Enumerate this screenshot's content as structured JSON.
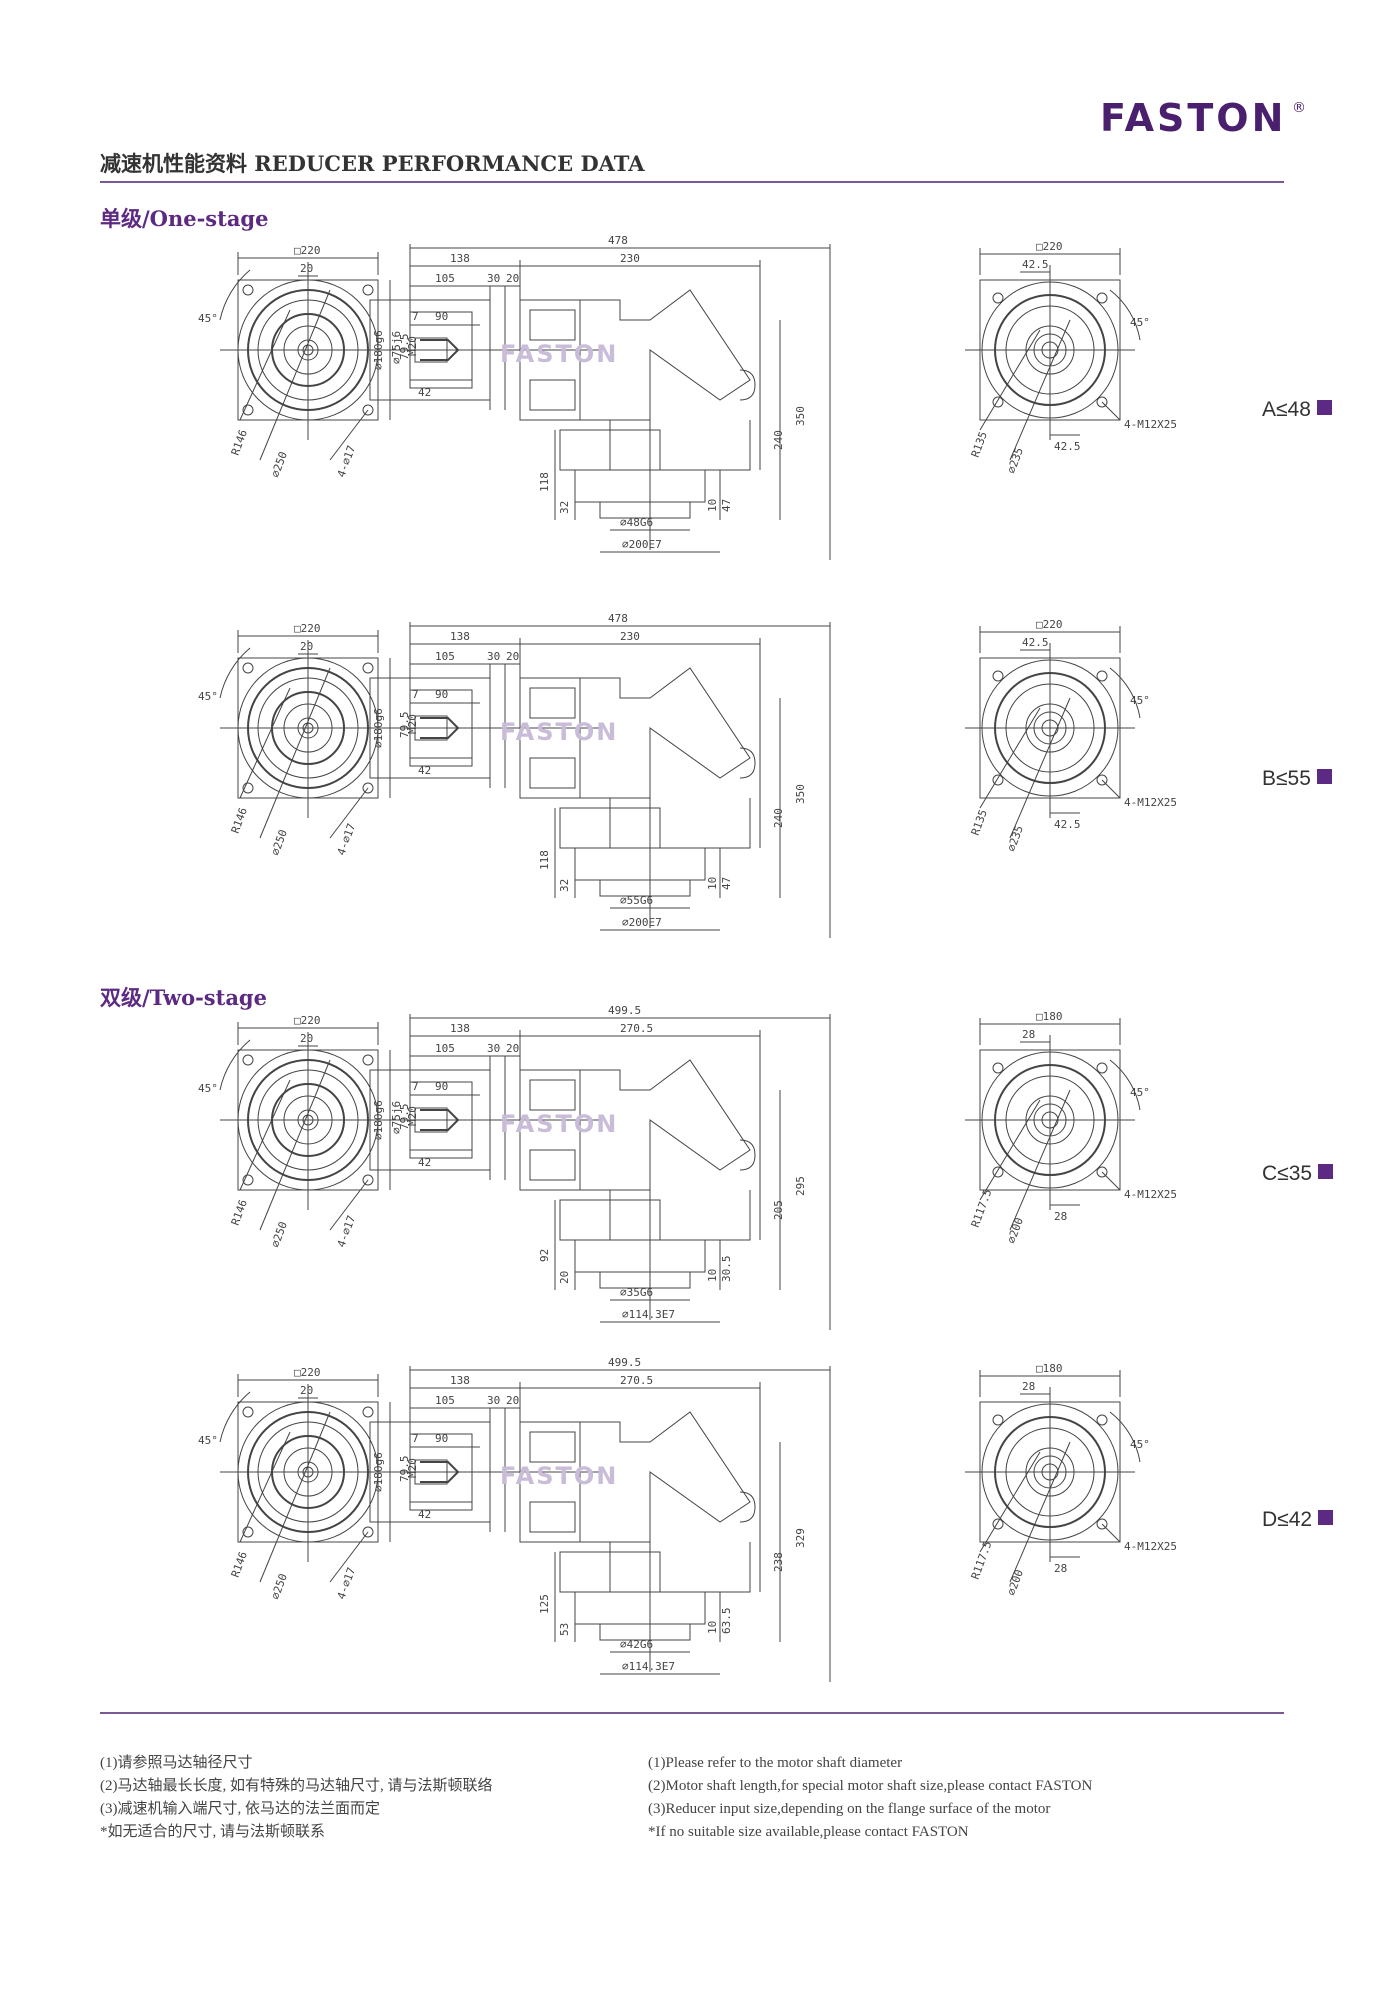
{
  "brand": {
    "name": "FASTON",
    "reg": "®"
  },
  "page_title": "减速机性能资料 REDUCER PERFORMANCE DATA",
  "sections": [
    {
      "title": "单级/One-stage"
    },
    {
      "title": "双级/Two-stage"
    }
  ],
  "drawings": [
    {
      "label": "A≤48",
      "front": {
        "square": "□220",
        "center": "20",
        "angle": "45°",
        "height": "79.5",
        "r": "R146",
        "dia": "⌀250",
        "holes": "4-⌀17"
      },
      "side": {
        "total": "478",
        "d1": "138",
        "d2": "230",
        "d3": "105",
        "d4": "30",
        "d5": "20",
        "d6": "7",
        "d7": "90",
        "shaft": "M20",
        "d8": "42",
        "bore1": "⌀180g6",
        "bore2": "⌀75j6",
        "h1": "350",
        "h2": "240",
        "h3": "118",
        "h4": "32",
        "h5": "10",
        "h6": "47",
        "out1": "⌀48G6",
        "out2": "⌀200E7"
      },
      "rear": {
        "square": "□220",
        "w1": "42.5",
        "angle": "45°",
        "r": "R135",
        "dia": "⌀235",
        "w2": "42.5",
        "holes": "4-M12X25"
      }
    },
    {
      "label": "B≤55",
      "front": {
        "square": "□220",
        "center": "20",
        "angle": "45°",
        "height": "79.5",
        "r": "R146",
        "dia": "⌀250",
        "holes": "4-⌀17"
      },
      "side": {
        "total": "478",
        "d1": "138",
        "d2": "230",
        "d3": "105",
        "d4": "30",
        "d5": "20",
        "d6": "7",
        "d7": "90",
        "shaft": "M20",
        "d8": "42",
        "bore1": "⌀180g6",
        "bore2": "",
        "h1": "350",
        "h2": "240",
        "h3": "118",
        "h4": "32",
        "h5": "10",
        "h6": "47",
        "out1": "⌀55G6",
        "out2": "⌀200E7"
      },
      "rear": {
        "square": "□220",
        "w1": "42.5",
        "angle": "45°",
        "r": "R135",
        "dia": "⌀235",
        "w2": "42.5",
        "holes": "4-M12X25"
      }
    },
    {
      "label": "C≤35",
      "front": {
        "square": "□220",
        "center": "20",
        "angle": "45°",
        "height": "79.5",
        "r": "R146",
        "dia": "⌀250",
        "holes": "4-⌀17"
      },
      "side": {
        "total": "499.5",
        "d1": "138",
        "d2": "270.5",
        "d3": "105",
        "d4": "30",
        "d5": "20",
        "d6": "7",
        "d7": "90",
        "shaft": "M20",
        "d8": "42",
        "bore1": "⌀180g6",
        "bore2": "⌀75j6",
        "h1": "295",
        "h2": "205",
        "h3": "92",
        "h4": "20",
        "h5": "10",
        "h6": "30.5",
        "out1": "⌀35G6",
        "out2": "⌀114.3E7"
      },
      "rear": {
        "square": "□180",
        "w1": "28",
        "angle": "45°",
        "r": "R117.5",
        "dia": "⌀200",
        "w2": "28",
        "holes": "4-M12X25"
      }
    },
    {
      "label": "D≤42",
      "front": {
        "square": "□220",
        "center": "20",
        "angle": "45°",
        "height": "79.5",
        "r": "R146",
        "dia": "⌀250",
        "holes": "4-⌀17"
      },
      "side": {
        "total": "499.5",
        "d1": "138",
        "d2": "270.5",
        "d3": "105",
        "d4": "30",
        "d5": "20",
        "d6": "7",
        "d7": "90",
        "shaft": "M20",
        "d8": "42",
        "bore1": "⌀180g6",
        "bore2": "",
        "h1": "329",
        "h2": "238",
        "h3": "125",
        "h4": "53",
        "h5": "10",
        "h6": "63.5",
        "out1": "⌀42G6",
        "out2": "⌀114.3E7"
      },
      "rear": {
        "square": "□180",
        "w1": "28",
        "angle": "45°",
        "r": "R117.5",
        "dia": "⌀200",
        "w2": "28",
        "holes": "4-M12X25"
      }
    }
  ],
  "notes_cn": [
    "(1)请参照马达轴径尺寸",
    "(2)马达轴最长长度, 如有特殊的马达轴尺寸, 请与法斯顿联络",
    "(3)减速机输入端尺寸, 依马达的法兰面而定",
    "*如无适合的尺寸, 请与法斯顿联系"
  ],
  "notes_en": [
    "(1)Please refer to the motor shaft diameter",
    "(2)Motor shaft length,for special motor shaft size,please contact FASTON",
    "(3)Reducer input size,depending on the flange surface of the motor",
    "*If no suitable size available,please contact FASTON"
  ]
}
